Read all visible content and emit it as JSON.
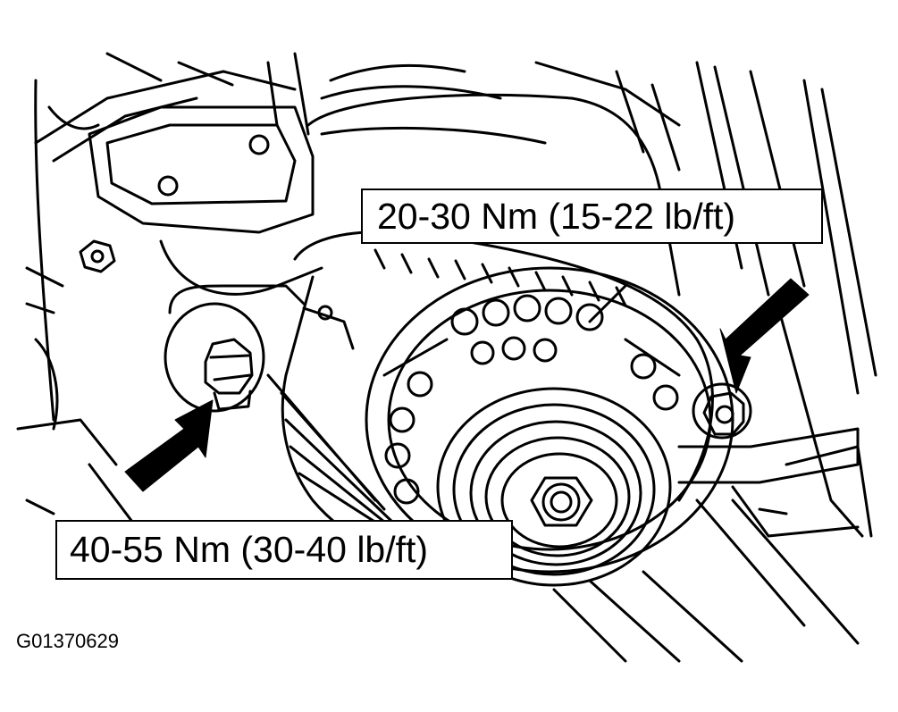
{
  "callouts": {
    "upper_torque": "20-30 Nm (15-22 lb/ft)",
    "lower_torque": "40-55 Nm (30-40 lb/ft)"
  },
  "figure_id": "G01370629",
  "colors": {
    "line": "#000000",
    "background": "#ffffff"
  },
  "icons": [
    "arrow-icon",
    "arrow-icon"
  ]
}
